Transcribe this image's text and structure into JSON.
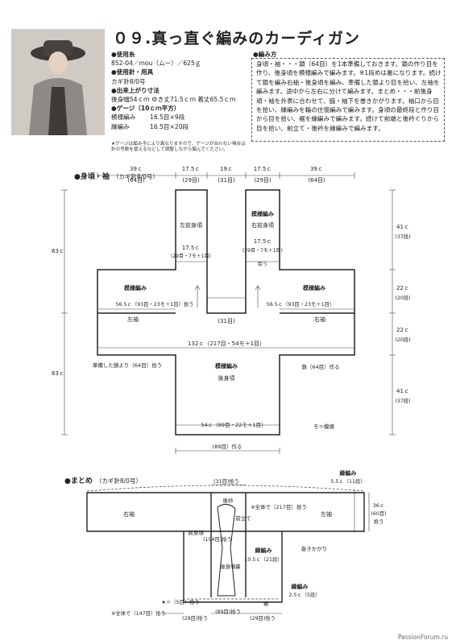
{
  "title": "０９.真っ直ぐ編みのカーディガン",
  "materials": {
    "yarn_heading": "●使用糸",
    "yarn": "852-04／mou（ムー）／625ｇ",
    "needle_heading": "●使用針・用具",
    "needle": "カギ針8/0号",
    "size_heading": "●出来上がり寸法",
    "size": "後身幅54ｃｍ ゆき丈71.5ｃｍ 着丈65.5ｃｍ",
    "gauge_heading": "●ゲージ（10ｃｍ平方）",
    "gauge_rows": [
      {
        "name": "模様編み",
        "value": "16.5目×9段"
      },
      {
        "name": "縁編み",
        "value": "16.5目×20段"
      }
    ],
    "gauge_note": "★ゲージは編み手により異なりますので、ゲージが合わない場合は針の号数を替えるなどして調整しながら編んでください。"
  },
  "method": {
    "heading": "●編み方",
    "text": "身頃・袖・・・鎖（64目）を1本準備しておきます。鎖の作り目を作り、後身頃を模様編みで編みます。※1段めは裏になります。続けて鎖を編み右袖・後身頃を編み、準備した鎖より目を拾い、左袖を編みます。途中から左右に分けて編みます。まとめ・・・前後身頃・袖を外表に合わせて、脇・袖下を巻きかがります。袖口から目を拾い、縁編みを輪の往復編みで編みます。身頃の最終段と作り目から目を拾い、裾を縁編みで編みます。続けて前端と後衿ぐりから目を拾い、前立て・後衿を縁編みで編みます。"
  },
  "diagram1": {
    "heading": "●身頃・袖",
    "needle": "（カギ針8/0号）",
    "top_dims": [
      "39ｃ",
      "17.5ｃ",
      "19ｃ",
      "17.5ｃ",
      "39ｃ"
    ],
    "top_counts": [
      "(64目)",
      "(29目)",
      "(31目)",
      "(29目)",
      "(64目)"
    ],
    "left_front": "左前身頃",
    "right_front": "右前身頃",
    "pattern": "模様編み",
    "front_width": "17.5ｃ",
    "front_count": "(29目・7モ＋1目)",
    "pickup": "拾う",
    "sleeve_left": "56.5ｃ（93目・23モ＋1目）拾う",
    "sleeve_right": "56.5ｃ（93目・23モ＋1目）",
    "left_sleeve": "左袖",
    "right_sleeve": "右袖",
    "center_count": "(31目)",
    "total": "132ｃ（217目・54モ＋1目）",
    "back_body": "後身頃",
    "prepared_chain": "準備した鎖より（64目）拾う",
    "chain_make": "鎖（64目）作る",
    "bottom_width": "54ｃ（89目・22モ＋1目）",
    "bottom_chain": "(89目）作る",
    "legend": "モ＝模様",
    "left_dims": [
      "63ｃ",
      "63ｃ"
    ],
    "right_dims": [
      "41ｃ",
      "22ｃ",
      "22ｃ",
      "41ｃ"
    ],
    "right_rows": [
      "(37段)",
      "(20段)",
      "(20段)",
      "(37段)"
    ]
  },
  "diagram2": {
    "heading": "●まとめ",
    "needle": "（カギ針8/0号）",
    "border_top": "縁編み",
    "cuff": "5.5ｃ（11段）",
    "cuff_size": "36ｃ",
    "cuff_count": "(60目)",
    "back_collar": "後衿",
    "front_band": "前立て",
    "right_sleeve": "右袖",
    "left_sleeve": "左袖",
    "front_body": "前身頃",
    "back_body_rev": "後身頃裏",
    "pick104": "(104目)拾う",
    "collar_count": "(31目)拾う",
    "all_pick": "※全体で（217目）拾う",
    "border_mid": "縁編み",
    "band_dim": "10.5ｃ（21段）",
    "whip": "巻きかがり",
    "border_low": "縁編み",
    "hem_dim": "2.5ｃ（5段）",
    "hem": "裾",
    "star": "★＝（5目）拾う",
    "all_hem": "※全体で（147目）拾う",
    "bottom_left": "(29目)拾う",
    "bottom_mid": "(89目)拾う",
    "bottom_right": "(29目)拾う"
  },
  "watermark": "PassionForum.ru"
}
